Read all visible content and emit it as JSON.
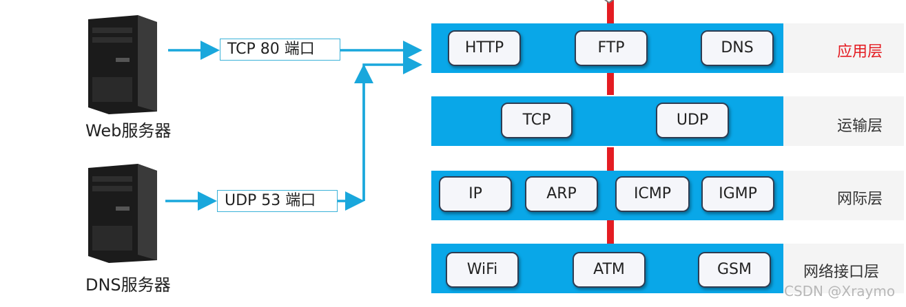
{
  "servers": [
    {
      "label": "Web服务器"
    },
    {
      "label": "DNS服务器"
    }
  ],
  "ports": [
    {
      "label": "TCP 80 端口"
    },
    {
      "label": "UDP 53 端口"
    }
  ],
  "layers": [
    {
      "name": "应用层",
      "name_color": "#e41c22",
      "protocols": [
        "HTTP",
        "FTP",
        "DNS"
      ]
    },
    {
      "name": "运输层",
      "name_color": "#333333",
      "protocols": [
        "TCP",
        "UDP"
      ]
    },
    {
      "name": "网际层",
      "name_color": "#333333",
      "protocols": [
        "IP",
        "ARP",
        "ICMP",
        "IGMP"
      ]
    },
    {
      "name": "网络接口层",
      "name_color": "#333333",
      "protocols": [
        "WiFi",
        "ATM",
        "GSM"
      ]
    }
  ],
  "colors": {
    "arrow": "#19a7dc",
    "layer_bar": "#09a7e8",
    "link": "#e41c22"
  },
  "watermark": "CSDN @Xraymo"
}
